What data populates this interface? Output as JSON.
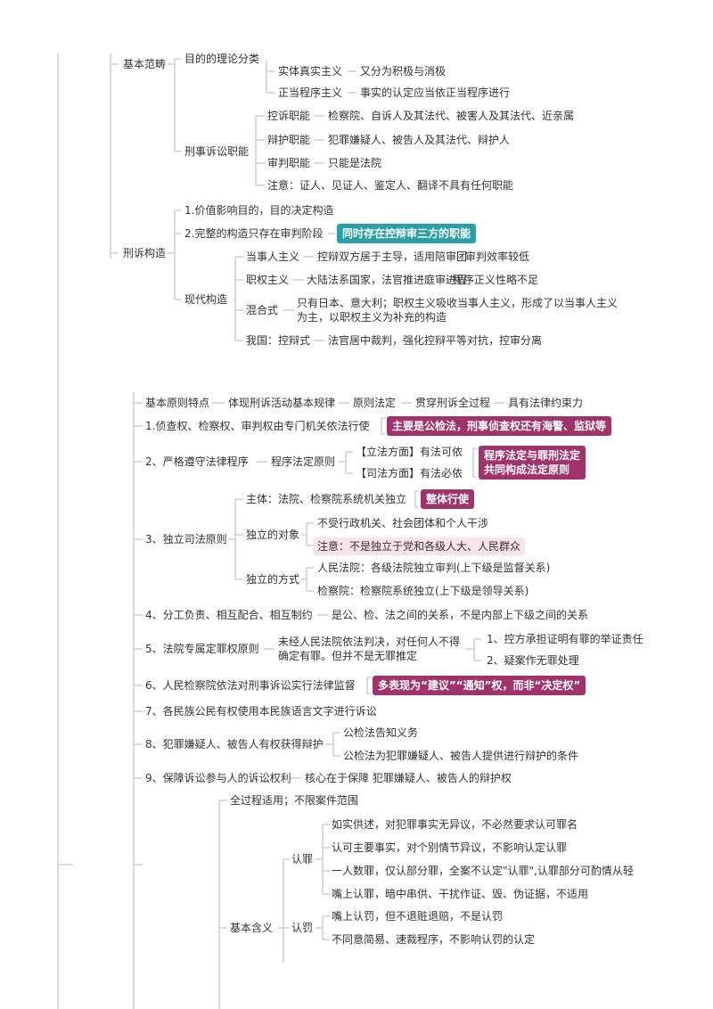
{
  "top": {
    "basic_category": "基本范畴",
    "purpose_theory": "目的的理论分类",
    "substantive_truth": "实体真实主义",
    "substantive_truth_desc": "又分为积极与消极",
    "due_process": "正当程序主义",
    "due_process_desc": "事实的认定应当依正当程序进行",
    "criminal_function": "刑事诉讼职能",
    "prosecution_fn": "控诉职能",
    "prosecution_fn_desc": "检察院、自诉人及其法代、被害人及其法代、近亲属",
    "defense_fn": "辩护职能",
    "defense_fn_desc": "犯罪嫌疑人、被告人及其法代、辩护人",
    "trial_fn": "审判职能",
    "trial_fn_desc": "只能是法院",
    "note_fn": "注意：证人、见证人、鉴定人、翻译不具有任何职能",
    "structure": "刑诉构造",
    "value_purpose": "1.价值影响目的，目的决定构造",
    "complete_structure": "2.完整的构造只存在审判阶段",
    "complete_structure_hl": "同时存在控辩审三方的职能",
    "modern_structure": "现代构造",
    "party_doctrine": "当事人主义",
    "party_doctrine_d1": "控辩双方居于主导，适用陪审团",
    "party_doctrine_d2": "审判效率较低",
    "authority_doctrine": "职权主义",
    "authority_doctrine_d1": "大陆法系国家，法官推进庭审进程",
    "authority_doctrine_d2": "程序正义性略不足",
    "mixed": "混合式",
    "mixed_desc": "只有日本、意大利；职权主义吸收当事人主义，形成了以当事人主义为主，以职权主义为补充的构造",
    "china": "我国：控辩式",
    "china_desc": "法官居中裁判，强化控辩平等对抗，控审分离"
  },
  "principles": {
    "features": "基本原则特点",
    "features_d1": "体现刑诉活动基本规律",
    "features_d2": "原则法定",
    "features_d3": "贯穿刑诉全过程",
    "features_d4": "具有法律约束力",
    "p1": "1.侦查权、检察权、审判权由专门机关依法行使",
    "p1_hl": "主要是公检法，刑事侦查权还有海警、监狱等",
    "p2": "2、严格遵守法律程序",
    "p2_sub": "程序法定原则",
    "p2_leg": "【立法方面】有法可依",
    "p2_jud": "【司法方面】有法必依",
    "p2_hl_l1": "程序法定与罪刑法定",
    "p2_hl_l2": "共同构成法定原则",
    "p3": "3、独立司法原则",
    "p3_subject": "主体：法院、检察院系统机关独立",
    "p3_subject_hl": "整体行使",
    "p3_object": "独立的对象",
    "p3_object_d1": "不受行政机关、社会团体和个人干涉",
    "p3_object_note": "注意：不是独立于党和各级人大、人民群众",
    "p3_way": "独立的方式",
    "p3_way_court": "人民法院：各级法院独立审判(上下级是监督关系)",
    "p3_way_proc": "检察院：检察院系统独立(上下级是领导关系)",
    "p4": "4、分工负责、相互配合、相互制约",
    "p4_desc": "是公、检、法之间的关系，不是内部上下级之间的关系",
    "p5": "5、法院专属定罪权原则",
    "p5_desc": "未经人民法院依法判决，对任何人不得确定有罪。但并不是无罪推定",
    "p5_d1": "1、控方承担证明有罪的举证责任",
    "p5_d2": "2、疑案作无罪处理",
    "p6": "6、人民检察院依法对刑事诉讼实行法律监督",
    "p6_hl": "多表现为“建议”“通知”权，而非“决定权”",
    "p7": "7、各民族公民有权使用本民族语言文字进行诉讼",
    "p8": "8、犯罪嫌疑人、被告人有权获得辩护",
    "p8_d1": "公检法告知义务",
    "p8_d2": "公检法为犯罪嫌疑人、被告人提供进行辩护的条件",
    "p9": "9、保障诉讼参与人的诉讼权利",
    "p9_desc": "核心在于保障 犯罪嫌疑人、被告人的辩护权"
  },
  "plea": {
    "whole_process": "全过程适用；不限案件范围",
    "basic_meaning": "基本含义",
    "confess": "认罪",
    "confess_d1": "如实供述，对犯罪事实无异议，不必然要求认可罪名",
    "confess_d2": "认可主要事实，对个别情节异议，不影响认定认罪",
    "confess_d3": "一人数罪，仅认部分罪，全案不认定\"认罪\",认罪部分可酌情从轻",
    "confess_d4": "嘴上认罪，暗中串供、干扰作证、毁、伪证据，不适用",
    "accept_penalty": "认罚",
    "accept_d1": "嘴上认罚，但不退赃退赔，不是认罚",
    "accept_d2": "不同意简易、速裁程序，不影响认罚的认定"
  },
  "colors": {
    "line": "#c9c4e0",
    "teal": "#2aa0a6",
    "magenta": "#a0336b",
    "pink_bg": "#fbe3ec"
  }
}
